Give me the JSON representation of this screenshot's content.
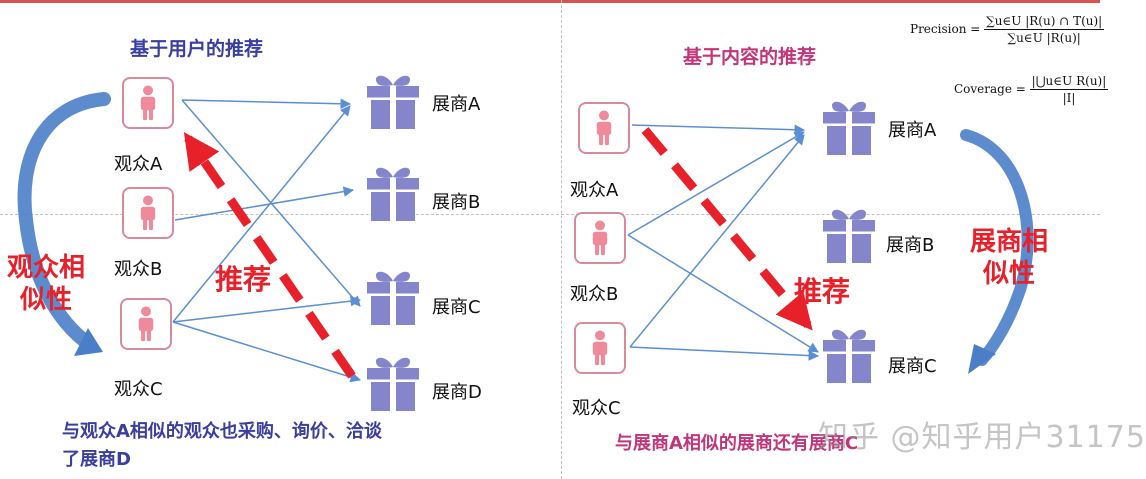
{
  "left": {
    "title": "基于用户的推荐",
    "users": [
      "观众A",
      "观众B",
      "观众C"
    ],
    "vendors": [
      "展商A",
      "展商B",
      "展商C",
      "展商D"
    ],
    "similarity_label": "观众相似性",
    "recommend_label": "推荐",
    "caption": "与观众A相似的观众也采购、询价、洽谈了展商D"
  },
  "right": {
    "title": "基于内容的推荐",
    "users": [
      "观众A",
      "观众B",
      "观众C"
    ],
    "vendors": [
      "展商A",
      "展商B",
      "展商C"
    ],
    "similarity_label": "展商相似性",
    "recommend_label": "推荐",
    "caption": "与展商A相似的展商还有展商C"
  },
  "formulas": {
    "precision": {
      "name": "Precision =",
      "numerator": "∑u∈U |R(u) ∩ T(u)|",
      "denominator": "∑u∈U |R(u)|"
    },
    "coverage": {
      "name": "Coverage =",
      "numerator": "|⋃u∈U R(u)|",
      "denominator": "|I|"
    }
  },
  "watermark": "知乎 @知乎用户31175",
  "colors": {
    "person_icon": "#ee8a9a",
    "person_border": "#d9899c",
    "gift": "#8585cc",
    "link_line": "#5b8fd4",
    "recommend": "#e8202a",
    "similarity_arrow": "#4a7fc8"
  }
}
